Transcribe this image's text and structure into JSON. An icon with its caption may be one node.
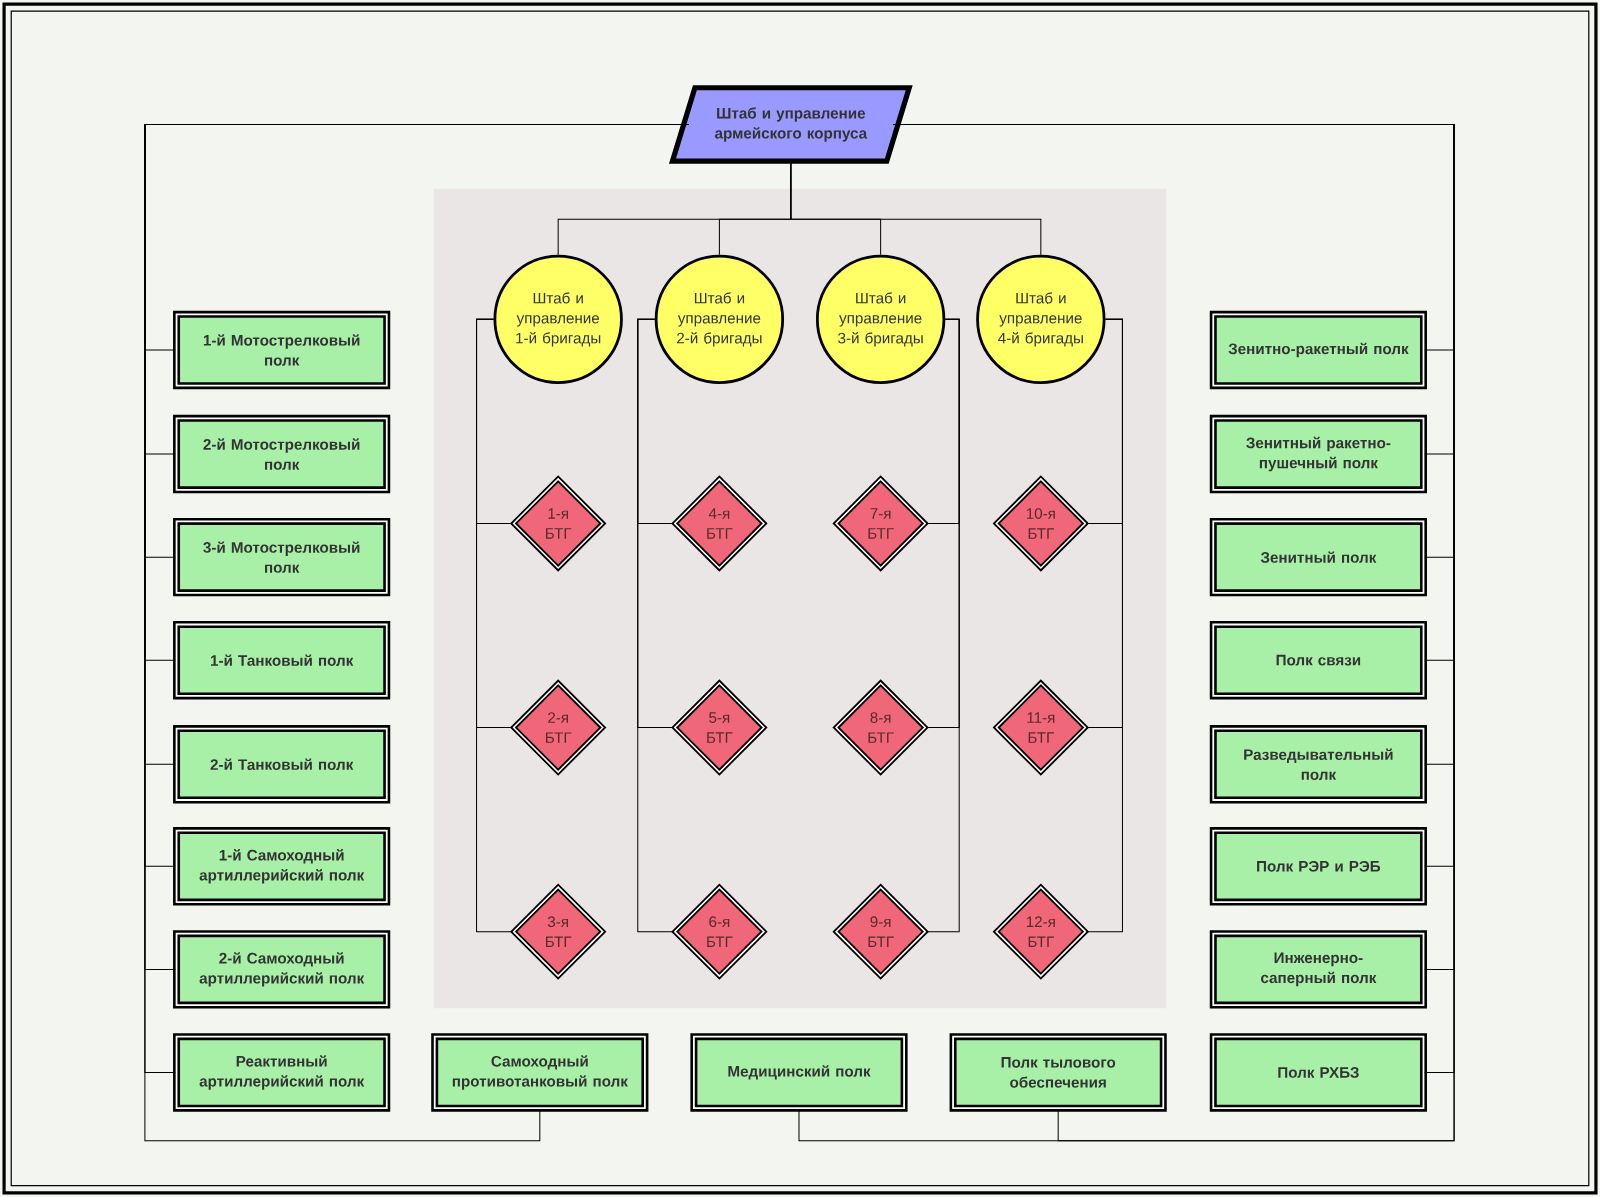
{
  "diagram": {
    "nodes": [
      {
        "text": [
          "Штаб и управление армейского корпуса"
        ]
      },
      {
        "text": [
          "Штаб и управление 1-й бригады"
        ]
      },
      {
        "text": [
          "Штаб и управление 2-й бригады"
        ]
      },
      {
        "text": [
          "Штаб и управление 3-й бригады"
        ]
      },
      {
        "text": [
          "Штаб и управление 4-й бригады"
        ]
      },
      {
        "text": [
          "1-я БТГ"
        ]
      },
      {
        "text": [
          "2-я БТГ"
        ]
      },
      {
        "text": [
          "3-я БТГ"
        ]
      },
      {
        "text": [
          "4-я БТГ"
        ]
      },
      {
        "text": [
          "5-я БТГ"
        ]
      },
      {
        "text": [
          "6-я БТГ"
        ]
      },
      {
        "text": [
          "7-я БТГ"
        ]
      },
      {
        "text": [
          "8-я БТГ"
        ]
      },
      {
        "text": [
          "9-я БТГ"
        ]
      },
      {
        "text": [
          "10-я БТГ"
        ]
      },
      {
        "text": [
          "11-я БТГ"
        ]
      },
      {
        "text": [
          "12-я БТГ"
        ]
      },
      {
        "text": [
          "1-й Мотострелковый полк"
        ]
      },
      {
        "text": [
          "2-й Мотострелковый полк"
        ]
      },
      {
        "text": [
          "3-й Мотострелковый полк"
        ]
      },
      {
        "text": [
          "1-й Танковый полк"
        ]
      },
      {
        "text": [
          "2-й Танковый полк"
        ]
      },
      {
        "text": [
          "1-й Самоходный артиллерийский полк"
        ]
      },
      {
        "text": [
          "2-й Самоходный артиллерийский полк"
        ]
      },
      {
        "text": [
          "Реактивный артиллерийский полк"
        ]
      },
      {
        "text": [
          "Зенитно-ракетный полк"
        ]
      },
      {
        "text": [
          "Зенитный ракетно-пушечный полк"
        ]
      },
      {
        "text": [
          "Зенитный полк"
        ]
      },
      {
        "text": [
          "Полк связи"
        ]
      },
      {
        "text": [
          "Разведывательный полк"
        ]
      },
      {
        "text": [
          "Полк РЭР и РЭБ"
        ]
      },
      {
        "text": [
          "Инженерно-саперный полк"
        ]
      },
      {
        "text": [
          "Полк РХБЗ"
        ]
      },
      {
        "text": [
          "Самоходный противотанковый полк"
        ]
      },
      {
        "text": [
          "Медицинский полк"
        ]
      },
      {
        "text": [
          "Полк тылового обеспечения"
        ]
      }
    ],
    "edges": [
      {
        "from": 0,
        "to": 1,
        "arrow": "none"
      },
      {
        "from": 0,
        "to": 2,
        "arrow": "none"
      },
      {
        "from": 0,
        "to": 3,
        "arrow": "none"
      },
      {
        "from": 0,
        "to": 4,
        "arrow": "none"
      },
      {
        "from": 1,
        "to": 5,
        "arrow": "none"
      },
      {
        "from": 1,
        "to": 6,
        "arrow": "none"
      },
      {
        "from": 1,
        "to": 7,
        "arrow": "none"
      },
      {
        "from": 2,
        "to": 8,
        "arrow": "none"
      },
      {
        "from": 2,
        "to": 9,
        "arrow": "none"
      },
      {
        "from": 2,
        "to": 10,
        "arrow": "none"
      },
      {
        "from": 3,
        "to": 11,
        "arrow": "none"
      },
      {
        "from": 3,
        "to": 12,
        "arrow": "none"
      },
      {
        "from": 3,
        "to": 13,
        "arrow": "none"
      },
      {
        "from": 4,
        "to": 14,
        "arrow": "none"
      },
      {
        "from": 4,
        "to": 15,
        "arrow": "none"
      },
      {
        "from": 4,
        "to": 16,
        "arrow": "none"
      },
      {
        "from": 0,
        "to": 17,
        "arrow": "none"
      },
      {
        "from": 0,
        "to": 18,
        "arrow": "none"
      },
      {
        "from": 0,
        "to": 19,
        "arrow": "none"
      },
      {
        "from": 0,
        "to": 20,
        "arrow": "none"
      },
      {
        "from": 0,
        "to": 21,
        "arrow": "none"
      },
      {
        "from": 0,
        "to": 22,
        "arrow": "none"
      },
      {
        "from": 0,
        "to": 23,
        "arrow": "none"
      },
      {
        "from": 0,
        "to": 24,
        "arrow": "none"
      },
      {
        "from": 0,
        "to": 25,
        "arrow": "none"
      },
      {
        "from": 0,
        "to": 26,
        "arrow": "none"
      },
      {
        "from": 0,
        "to": 27,
        "arrow": "none"
      },
      {
        "from": 0,
        "to": 28,
        "arrow": "none"
      },
      {
        "from": 0,
        "to": 29,
        "arrow": "none"
      },
      {
        "from": 0,
        "to": 30,
        "arrow": "none"
      },
      {
        "from": 0,
        "to": 31,
        "arrow": "none"
      },
      {
        "from": 0,
        "to": 32,
        "arrow": "none"
      },
      {
        "from": 0,
        "to": 33,
        "arrow": "none"
      },
      {
        "from": 0,
        "to": 34,
        "arrow": "none"
      },
      {
        "from": 0,
        "to": 35,
        "arrow": "none"
      }
    ]
  }
}
